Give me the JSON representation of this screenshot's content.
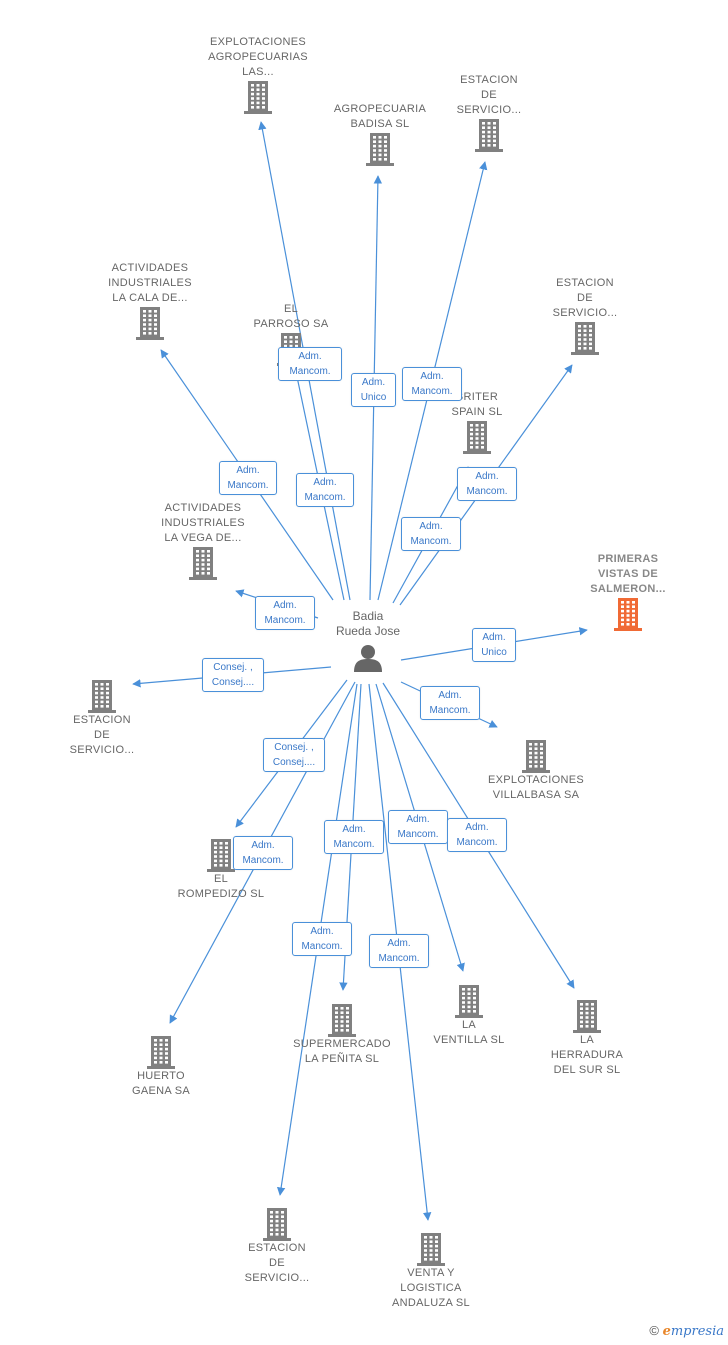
{
  "center": {
    "label": "Badia\nRueda Jose",
    "icon": "person-icon"
  },
  "colors": {
    "edge": "#4a90d9",
    "building": "#808080",
    "highlight": "#f06a35"
  },
  "companies": [
    {
      "id": "c1",
      "label": "EXPLOTACIONES\nAGROPECUARIAS\nLAS...",
      "role": "Adm.\nMancom."
    },
    {
      "id": "c2",
      "label": "AGROPECUARIA\nBADISA SL",
      "role": "Adm.\nUnico"
    },
    {
      "id": "c3",
      "label": "ESTACION\nDE\nSERVICIO...",
      "role": "Adm.\nMancom."
    },
    {
      "id": "c4",
      "label": "ACTIVIDADES\nINDUSTRIALES\nLA CALA DE...",
      "role": "Adm.\nMancom."
    },
    {
      "id": "c5",
      "label": "EL\nPARROSO SA",
      "role": "Adm.\nMancom."
    },
    {
      "id": "c6",
      "label": "ESTACION\nDE\nSERVICIO...",
      "role": "Adm.\nMancom."
    },
    {
      "id": "c7",
      "label": "BRITER\nSPAIN SL",
      "role": "Adm.\nMancom."
    },
    {
      "id": "c8",
      "label": "ACTIVIDADES\nINDUSTRIALES\nLA VEGA DE...",
      "role": "Adm.\nMancom."
    },
    {
      "id": "c9",
      "label": "PRIMERAS\nVISTAS DE\nSALMERON...",
      "role": "Adm.\nUnico",
      "highlight": true
    },
    {
      "id": "c10",
      "label": "ESTACION\nDE\nSERVICIO...",
      "role": "Consej. ,\nConsej...."
    },
    {
      "id": "c11",
      "label": "EXPLOTACIONES\nVILLALBASA SA",
      "role": "Adm.\nMancom."
    },
    {
      "id": "c12",
      "label": "EL\nROMPEDIZO SL",
      "role": "Consej. ,\nConsej...."
    },
    {
      "id": "c13",
      "label": "HUERTO\nGAENA SA",
      "role": "Adm.\nMancom."
    },
    {
      "id": "c14",
      "label": "SUPERMERCADO\nLA PEÑITA SL",
      "role": "Adm.\nMancom."
    },
    {
      "id": "c15",
      "label": "LA\nVENTILLA SL",
      "role": "Adm.\nMancom."
    },
    {
      "id": "c16",
      "label": "LA\nHERRADURA\nDEL SUR SL",
      "role": "Adm.\nMancom."
    },
    {
      "id": "c17",
      "label": "ESTACION\nDE\nSERVICIO...",
      "role": "Adm.\nMancom."
    },
    {
      "id": "c18",
      "label": "VENTA Y\nLOGISTICA\nANDALUZA SL",
      "role": "Adm.\nMancom."
    }
  ],
  "footer": {
    "copyright": "©",
    "brand_first": "e",
    "brand_rest": "mpresia"
  }
}
